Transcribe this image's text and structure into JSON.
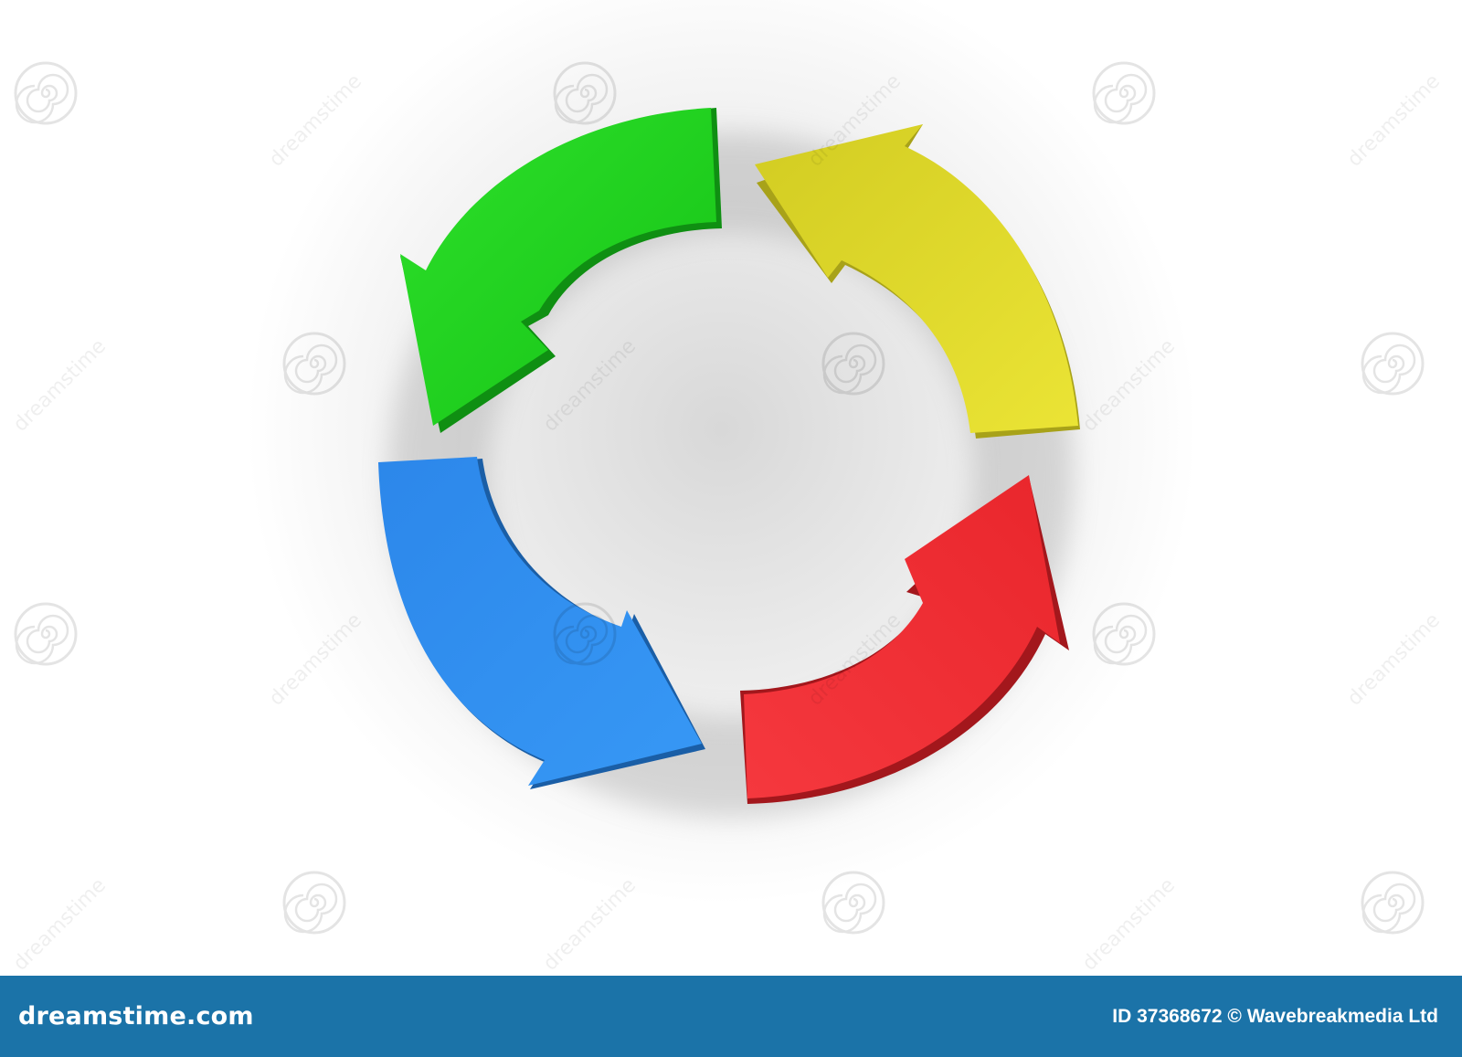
{
  "diagram": {
    "arrows": [
      {
        "name": "green-arrow",
        "color": "#1fd11f",
        "shade": "#0f8f12",
        "direction": "counter-clockwise"
      },
      {
        "name": "yellow-arrow",
        "color": "#e2dc2c",
        "shade": "#a8a219",
        "direction": "counter-clockwise"
      },
      {
        "name": "red-arrow",
        "color": "#ef2f35",
        "shade": "#a3171c",
        "direction": "counter-clockwise"
      },
      {
        "name": "blue-arrow",
        "color": "#2f90f2",
        "shade": "#1a5ea6",
        "direction": "counter-clockwise"
      }
    ],
    "background": "#ffffff"
  },
  "watermark": {
    "text": "dreamstime",
    "icon": "spiral-logo-icon"
  },
  "footer": {
    "site": "dreamstime.com",
    "credit": "ID 37368672 © Wavebreakmedia Ltd",
    "bar_color": "#1b73a8"
  }
}
